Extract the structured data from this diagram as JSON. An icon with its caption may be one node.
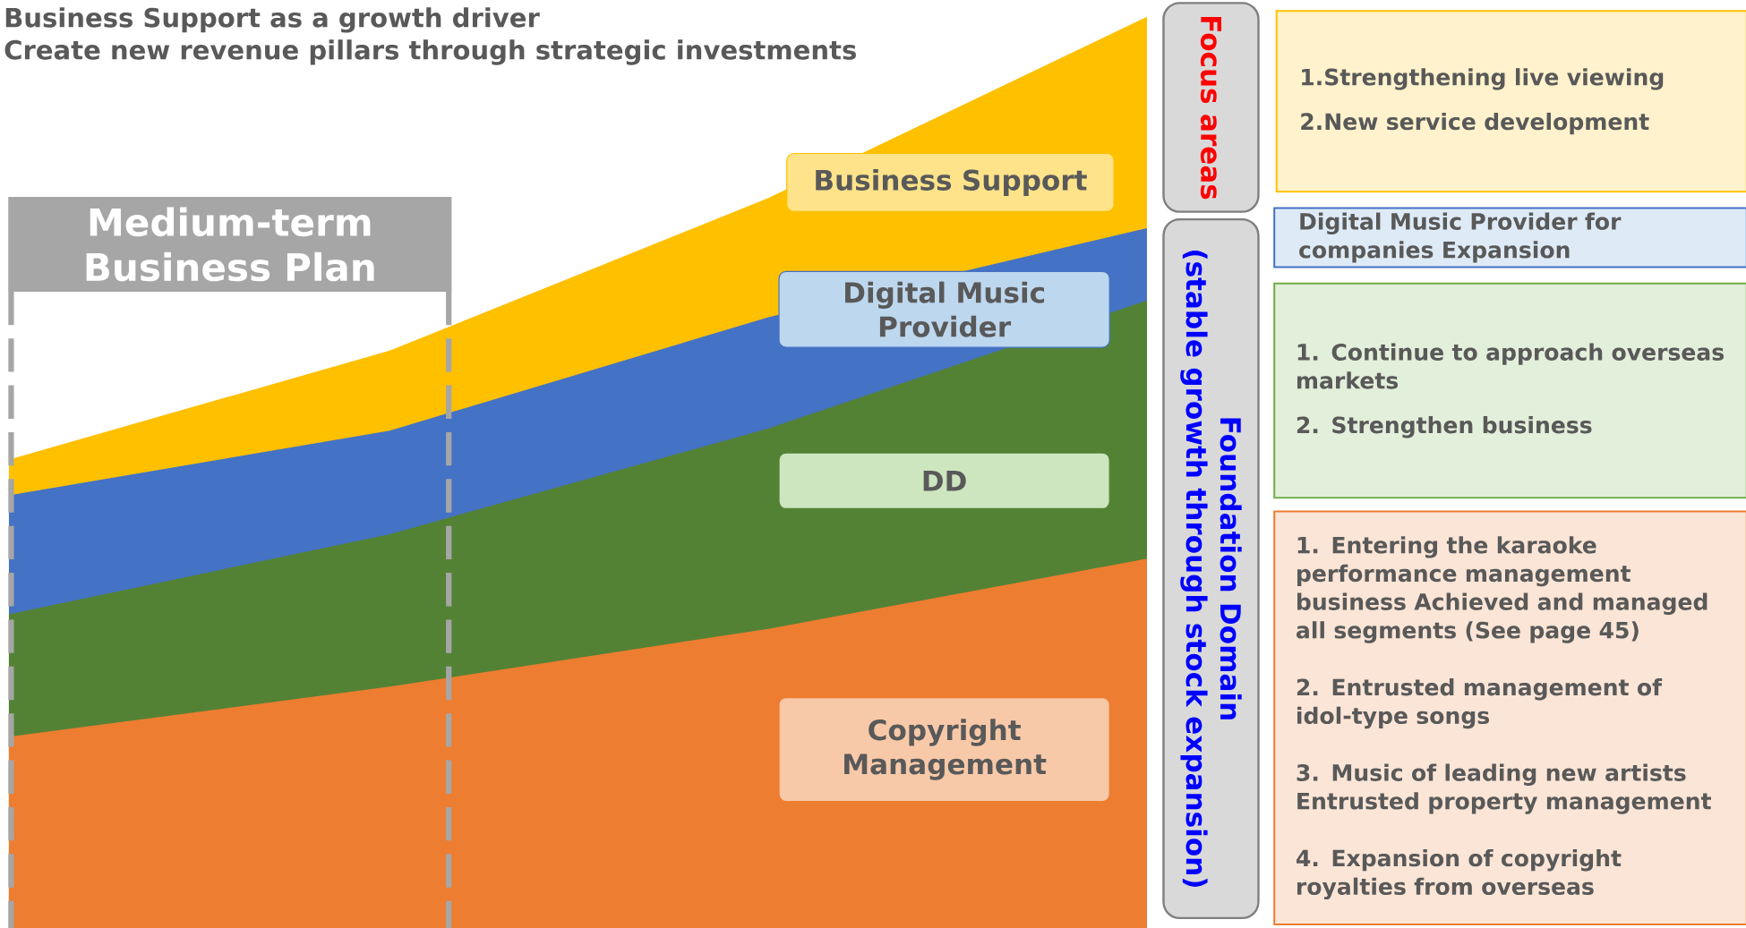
{
  "diagram": {
    "title": "Business Support as a growth driver",
    "nodes": [
      {
        "text": [
          "Medium-term Business Plan"
        ]
      },
      {
        "text": [
          "Business Support"
        ]
      },
      {
        "text": [
          "Digital Music Provider"
        ]
      },
      {
        "text": [
          "DD"
        ]
      },
      {
        "text": [
          "Copyright Management"
        ]
      },
      {
        "text": [
          "Focus areas"
        ]
      },
      {
        "text": [
          "Foundation Domain",
          "(stable growth through stock expansion)"
        ]
      },
      {
        "text": [
          "1.Strengthening live viewing",
          "2.New service development"
        ]
      },
      {
        "text": [
          "Digital Music Provider for companies Expansion"
        ]
      },
      {
        "text": [
          "1. Continue to approach overseas markets",
          "2. Strengthen business"
        ]
      },
      {
        "text": [
          "1. Entering the karaoke performance management business Achieved and managed all segments (See page 45)",
          "2. Entrusted management of idol-type songs",
          "3. Music of leading new artists Entrusted property management",
          "4. Expansion of copyright royalties from overseas"
        ]
      }
    ],
    "labels": [
      "Create new revenue pillars through strategic investments"
    ]
  }
}
